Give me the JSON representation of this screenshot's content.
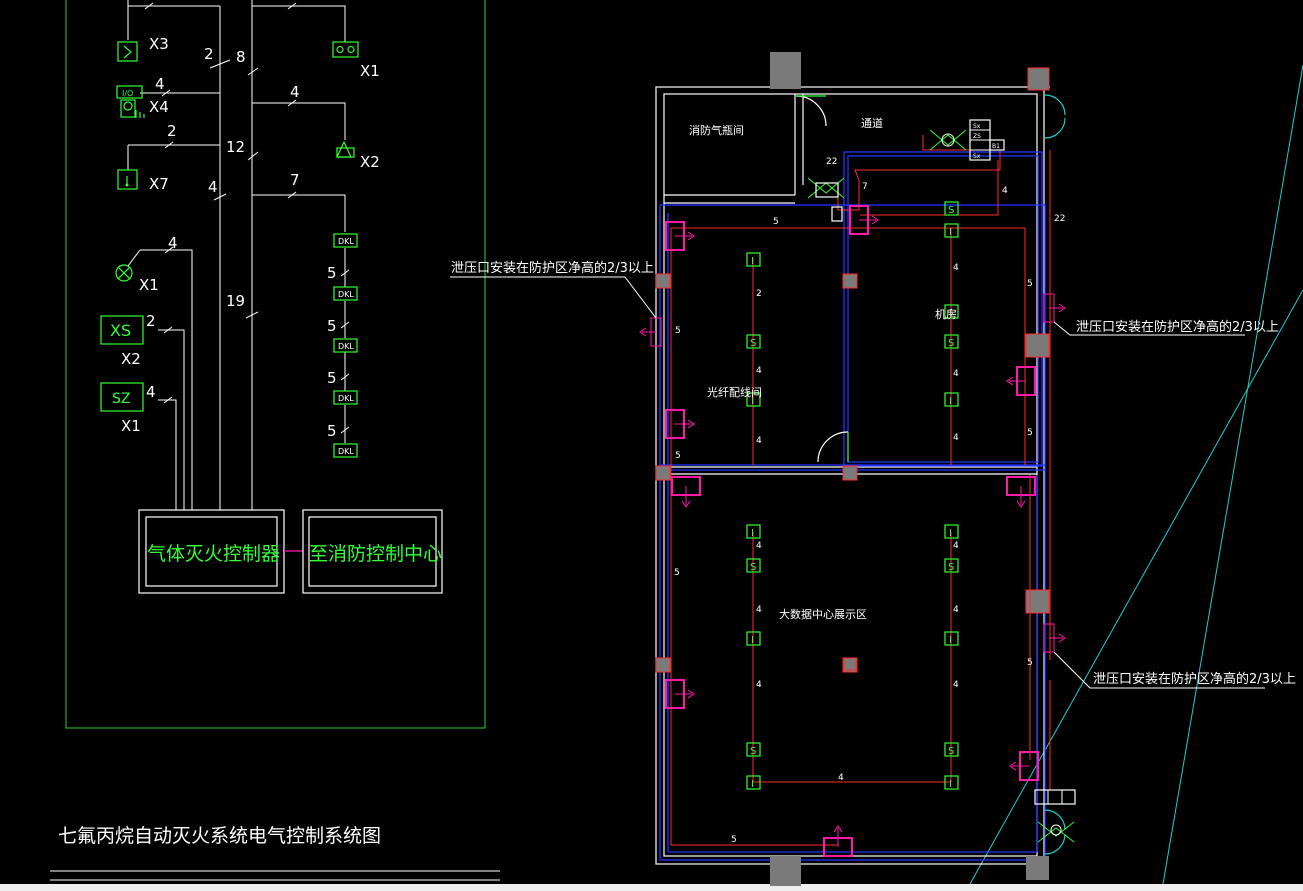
{
  "drawing": {
    "title": "七氟丙烷自动灭火系统电气控制系统图",
    "colors": {
      "background": "#000000",
      "schematic_line": "#ffffff",
      "symbol": "#33ff33",
      "frame": "#33cc33",
      "red_wire": "#ff2a2a",
      "blue_wall": "#2233ff",
      "magenta_vent": "#ff1aa8",
      "cyan": "#22cccc",
      "column_gray": "#7a7a7a"
    }
  },
  "schematic": {
    "devices": {
      "x3": "X3",
      "x4": "X4",
      "x7": "X7",
      "x1_bell": "X1",
      "xs_box": "XS",
      "xs_tag": "X2",
      "sz_box": "SZ",
      "sz_tag": "X1",
      "x1_top": "X1",
      "x2_horn": "X2",
      "io_box": "I/O",
      "dkl": "DKL"
    },
    "wire_counts": {
      "n2_top": "2",
      "n8": "8",
      "n4_x4": "4",
      "n2_x7": "2",
      "n12": "12",
      "n4_mid": "4",
      "n4_right": "4",
      "n7": "7",
      "n4_bell": "4",
      "n19": "19",
      "n2_xs": "2",
      "n4_sz": "4",
      "n5": "5"
    },
    "controller": "气体灭火控制器",
    "fire_center": "至消防控制中心"
  },
  "plan": {
    "rooms": {
      "gas_room": "消防气瓶间",
      "corridor": "通道",
      "machine_room": "机房",
      "fiber_room": "光纤配线间",
      "exhibit": "大数据中心展示区"
    },
    "notes": {
      "vent_note_left": "泄压口安装在防护区净高的2/3以上",
      "vent_note_right_top": "泄压口安装在防护区净高的2/3以上",
      "vent_note_right_bottom": "泄压口安装在防护区净高的2/3以上"
    },
    "wire_counts": {
      "n5": "5",
      "n4": "4",
      "n2": "2",
      "n22": "22",
      "n22_right": "22",
      "n7": "7"
    },
    "symbols": {
      "smoke": "S",
      "heat": "I",
      "panel_sx": "Sx",
      "panel_zs": "ZS",
      "panel_x": "Sx",
      "panel_b": "B1"
    }
  }
}
